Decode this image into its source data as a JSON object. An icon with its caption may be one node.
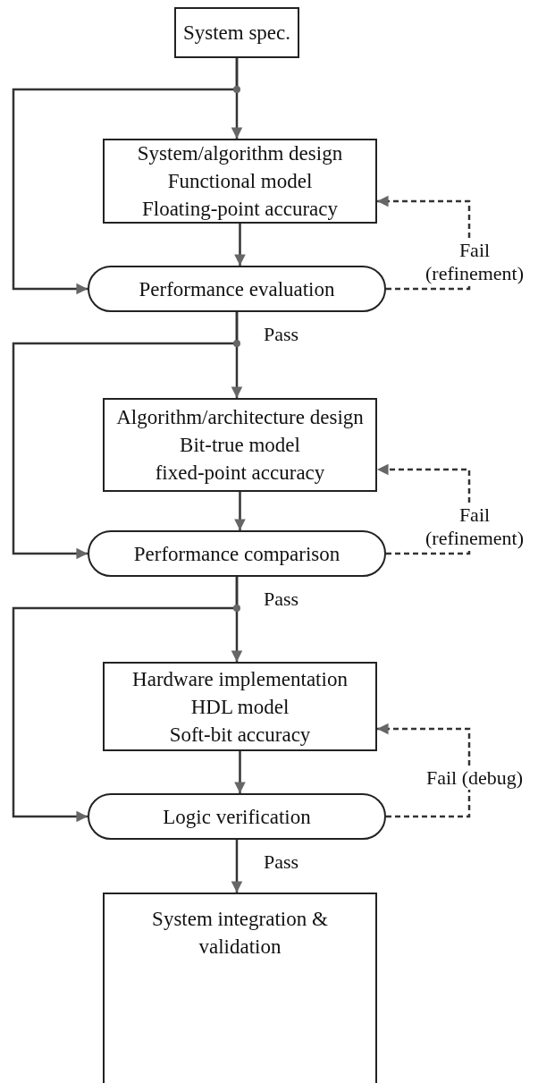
{
  "diagram": {
    "nodes": [
      {
        "text": [
          "System spec."
        ]
      },
      {
        "text": [
          "System/algorithm design",
          "Functional model",
          "Floating-point accuracy"
        ]
      },
      {
        "text": [
          "Performance evaluation"
        ]
      },
      {
        "text": [
          "Algorithm/architecture design",
          "Bit-true model",
          "fixed-point accuracy"
        ]
      },
      {
        "text": [
          "Performance comparison"
        ]
      },
      {
        "text": [
          "Hardware implementation",
          "HDL model",
          "Soft-bit accuracy"
        ]
      },
      {
        "text": [
          "Logic verification"
        ]
      },
      {
        "text": [
          "System integration & validation"
        ]
      }
    ],
    "edges": [
      {
        "from": 0,
        "to": 1,
        "arrow": "to"
      },
      {
        "from": 0,
        "to": 2,
        "arrow": "to"
      },
      {
        "from": 1,
        "to": 2,
        "arrow": "to"
      },
      {
        "from": 2,
        "to": 1,
        "arrow": "to",
        "label": "Fail (refinement)",
        "style": "dashed"
      },
      {
        "from": 2,
        "to": 3,
        "arrow": "to",
        "label": "Pass"
      },
      {
        "from": 2,
        "to": 4,
        "arrow": "to"
      },
      {
        "from": 3,
        "to": 4,
        "arrow": "to"
      },
      {
        "from": 4,
        "to": 3,
        "arrow": "to",
        "label": "Fail (refinement)",
        "style": "dashed"
      },
      {
        "from": 4,
        "to": 5,
        "arrow": "to",
        "label": "Pass"
      },
      {
        "from": 4,
        "to": 6,
        "arrow": "to"
      },
      {
        "from": 5,
        "to": 6,
        "arrow": "to"
      },
      {
        "from": 6,
        "to": 5,
        "arrow": "to",
        "label": "Fail (debug)",
        "style": "dashed"
      },
      {
        "from": 6,
        "to": 7,
        "arrow": "to",
        "label": "Pass"
      }
    ]
  }
}
